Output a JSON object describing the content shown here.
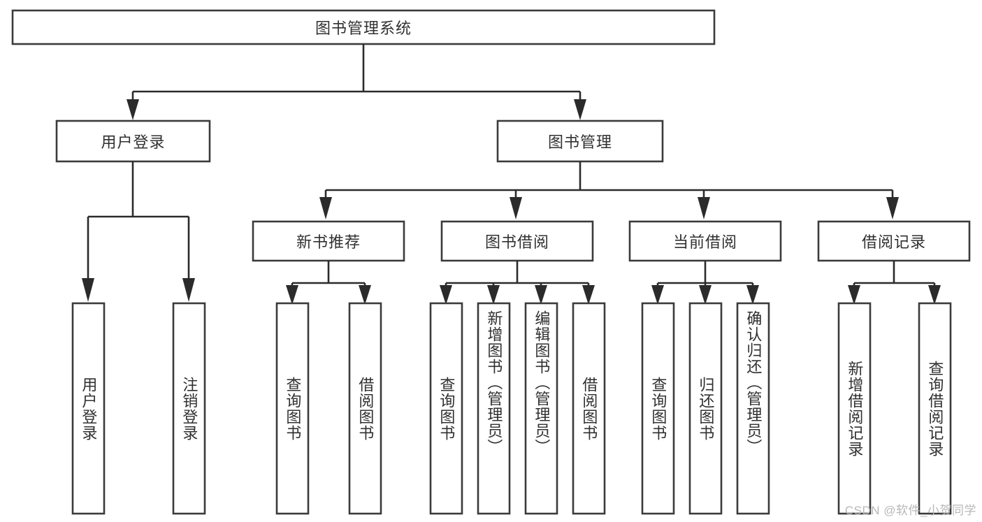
{
  "diagram": {
    "type": "tree-hierarchy-chart",
    "title": "图书管理系统",
    "colors": {
      "box_stroke": "#3b3b3b",
      "box_fill": "#ffffff",
      "connector": "#2b2b2b",
      "text": "#303030",
      "background": "#ffffff",
      "watermark": "#b8b8b8"
    },
    "levels": [
      {
        "level": 1,
        "nodes": [
          {
            "id": "root",
            "label": "图书管理系统",
            "orientation": "horizontal"
          }
        ]
      },
      {
        "level": 2,
        "nodes": [
          {
            "id": "user-login",
            "label": "用户登录",
            "orientation": "horizontal",
            "parent": "root"
          },
          {
            "id": "book-manage",
            "label": "图书管理",
            "orientation": "horizontal",
            "parent": "root"
          }
        ]
      },
      {
        "level": 3,
        "nodes": [
          {
            "id": "new-book-rec",
            "label": "新书推荐",
            "orientation": "horizontal",
            "parent": "book-manage"
          },
          {
            "id": "book-borrow",
            "label": "图书借阅",
            "orientation": "horizontal",
            "parent": "book-manage"
          },
          {
            "id": "current-borrow",
            "label": "当前借阅",
            "orientation": "horizontal",
            "parent": "book-manage"
          },
          {
            "id": "borrow-record",
            "label": "借阅记录",
            "orientation": "horizontal",
            "parent": "book-manage"
          }
        ]
      },
      {
        "level": 4,
        "nodes": [
          {
            "id": "leaf-user-login",
            "label": "用户登录",
            "orientation": "vertical",
            "parent": "user-login"
          },
          {
            "id": "leaf-logout",
            "label": "注销登录",
            "orientation": "vertical",
            "parent": "user-login"
          },
          {
            "id": "leaf-query-book-1",
            "label": "查询图书",
            "orientation": "vertical",
            "parent": "new-book-rec"
          },
          {
            "id": "leaf-borrow-book-1",
            "label": "借阅图书",
            "orientation": "vertical",
            "parent": "new-book-rec"
          },
          {
            "id": "leaf-query-book-2",
            "label": "查询图书",
            "orientation": "vertical",
            "parent": "book-borrow"
          },
          {
            "id": "leaf-add-book",
            "label": "新增图书（管理员）",
            "orientation": "vertical",
            "parent": "book-borrow"
          },
          {
            "id": "leaf-edit-book",
            "label": "编辑图书（管理员）",
            "orientation": "vertical",
            "parent": "book-borrow"
          },
          {
            "id": "leaf-borrow-book-2",
            "label": "借阅图书",
            "orientation": "vertical",
            "parent": "book-borrow"
          },
          {
            "id": "leaf-query-book-3",
            "label": "查询图书",
            "orientation": "vertical",
            "parent": "current-borrow"
          },
          {
            "id": "leaf-return-book",
            "label": "归还图书",
            "orientation": "vertical",
            "parent": "current-borrow"
          },
          {
            "id": "leaf-confirm-return",
            "label": "确认归还（管理员）",
            "orientation": "vertical",
            "parent": "current-borrow"
          },
          {
            "id": "leaf-add-record",
            "label": "新增借阅记录",
            "orientation": "vertical",
            "parent": "borrow-record"
          },
          {
            "id": "leaf-query-record",
            "label": "查询借阅记录",
            "orientation": "vertical",
            "parent": "borrow-record"
          }
        ]
      }
    ],
    "watermark": "CSDN @软件_小贺同学"
  }
}
